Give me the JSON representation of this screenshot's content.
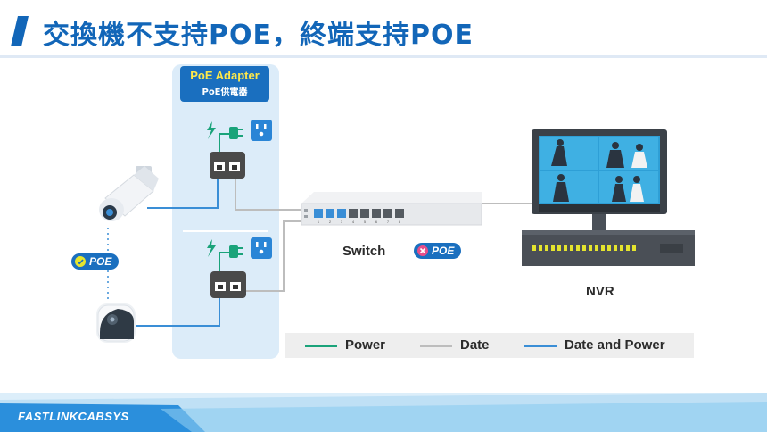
{
  "header": {
    "title": "交換機不支持POE，終端支持POE"
  },
  "adapter": {
    "title": "PoE Adapter",
    "subtitle": "PoE供電器"
  },
  "switch": {
    "label": "Switch",
    "port_numbers": [
      "1",
      "2",
      "3",
      "4",
      "5",
      "6",
      "7",
      "8"
    ]
  },
  "badges": {
    "camera_poe": "POE",
    "switch_poe": "POE"
  },
  "nvr": {
    "label": "NVR"
  },
  "legend": [
    {
      "label": "Power",
      "color": "#1aa37a"
    },
    {
      "label": "Date",
      "color": "#bdbdbd"
    },
    {
      "label": "Date and Power",
      "color": "#3a8ed6"
    }
  ],
  "colors": {
    "brand_blue": "#1266b8",
    "power": "#1aa37a",
    "data": "#bdbdbd",
    "data_power": "#3a8ed6",
    "no_poe": "#e64e8a",
    "yes_poe": "#e5e52e"
  },
  "footer": {
    "brand": "FASTLINKCABSYS"
  }
}
